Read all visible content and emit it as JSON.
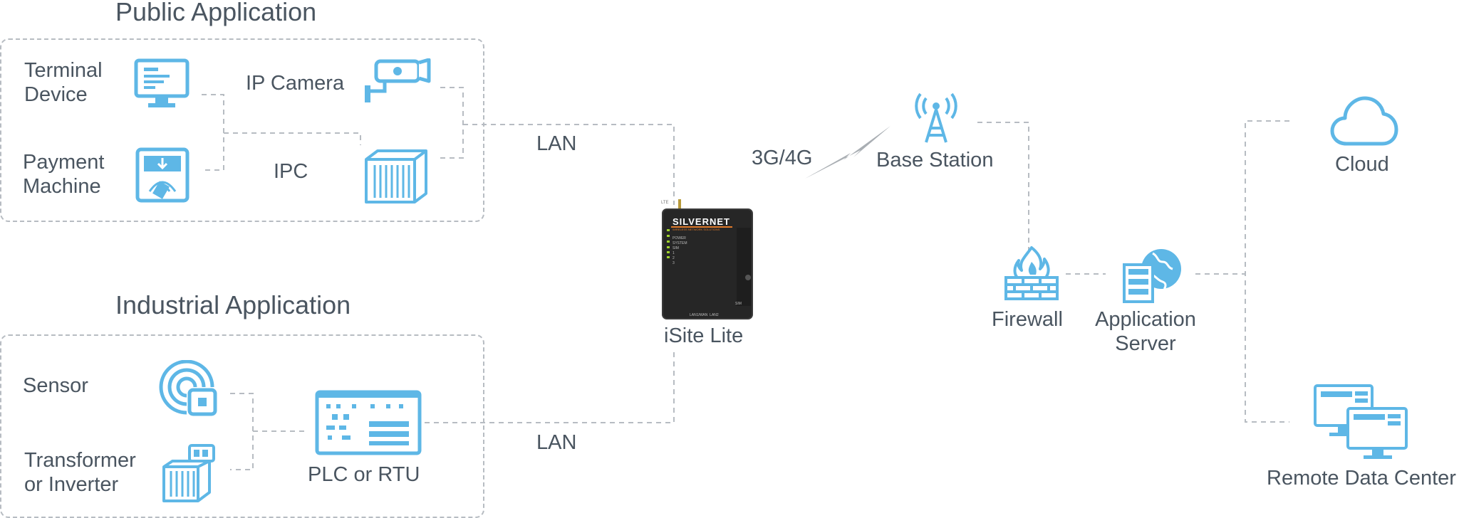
{
  "colors": {
    "icon_blue": "#5eb7e6",
    "line_gray": "#b7bcc2",
    "text": "#4a5560"
  },
  "public_application": {
    "title": "Public Application",
    "terminal_device": [
      "Terminal",
      "Device"
    ],
    "ip_camera": "IP Camera",
    "payment_machine": [
      "Payment",
      "Machine"
    ],
    "ipc": "IPC"
  },
  "industrial_application": {
    "title": "Industrial Application",
    "sensor": "Sensor",
    "transformer": [
      "Transformer",
      "or Inverter"
    ],
    "plc": "PLC or RTU"
  },
  "links": {
    "lan_top": "LAN",
    "lan_bottom": "LAN",
    "cellular": "3G/4G"
  },
  "router": {
    "name": "iSite Lite",
    "brand": "SILVERNET",
    "tagline": "WIRELESS NETWORK SOLUTIONS",
    "leds": [
      "POWER",
      "SYSTEM",
      "SIM",
      "1",
      "2",
      "3"
    ],
    "ports": [
      "LAN1/WAN",
      "LAN2"
    ],
    "side": "SIM",
    "antenna": "LTE"
  },
  "base_station": "Base Station",
  "firewall": "Firewall",
  "application_server": [
    "Application",
    "Server"
  ],
  "cloud": "Cloud",
  "remote_data_center": "Remote Data Center"
}
